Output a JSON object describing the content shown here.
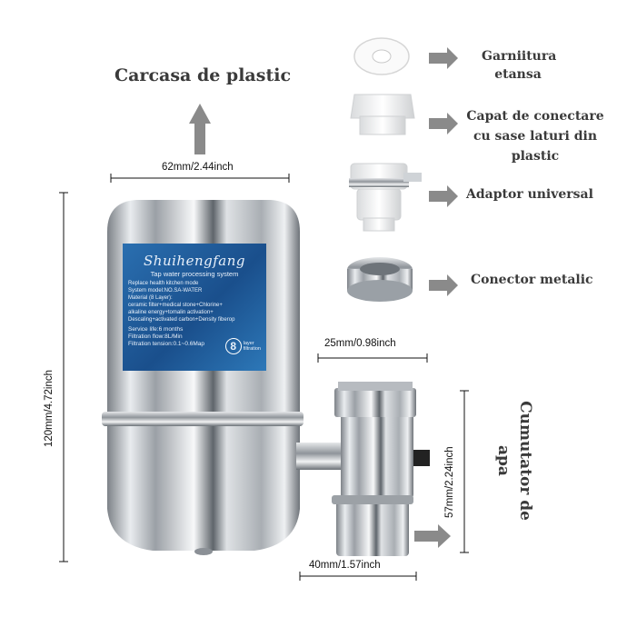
{
  "labels": {
    "housing": "Carcasa de plastic",
    "gasket_line1": "Garniitura",
    "gasket_line2": "etansa",
    "hex_line1": "Capat de conectare",
    "hex_line2": "cu sase laturi din",
    "hex_line3": "plastic",
    "adapter": "Adaptor universal",
    "metal": "Conector metalic",
    "switch_line1": "Cumutator de",
    "switch_line2": "apa"
  },
  "dimensions": {
    "width_top": "62mm/2.44inch",
    "height_left": "120mm/4.72inch",
    "connector_width": "25mm/0.98inch",
    "switch_height": "57mm/2.24inch",
    "bottom_width": "40mm/1.57inch"
  },
  "product_label": {
    "brand": "Shuihengfang",
    "subtitle": "Tap water processing system",
    "line1": "Replace health kitchen mode",
    "line2": "System model:NO.SA-WATER",
    "line3": "Material (8 Layer):",
    "line4": "ceramic filter+medical stone+Chlorine+",
    "line5": "alkaline energy+tomalin activation+",
    "line6": "Descaling+activated carbon+Density fiberop",
    "service": "Service life:6 months",
    "flow": "Filtration flow:8L/Min",
    "pressure": "Filtration tension:0.1~0.6Map",
    "badge_number": "8",
    "badge_line1": "layer",
    "badge_line2": "filtration"
  },
  "colors": {
    "arrow_gray": "#8a8a8a",
    "label_blue": "#1e5a9a",
    "chrome": "#c8ccd0"
  }
}
